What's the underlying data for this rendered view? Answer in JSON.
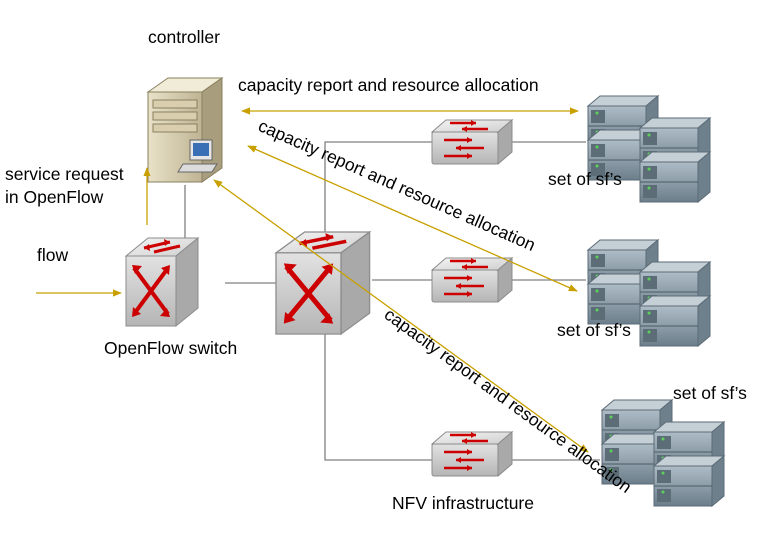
{
  "labels": {
    "controller": "controller",
    "service_request_line1": "service request",
    "service_request_line2": "in OpenFlow",
    "flow": "flow",
    "openflow_switch": "OpenFlow switch",
    "nfv_infrastructure": "NFV infrastructure",
    "capacity_report_1": "capacity report and resource allocation",
    "capacity_report_2": "capacity report and resource allocation",
    "capacity_report_3": "capacity report and resource allocation",
    "set_of_sfs_1": "set of sf’s",
    "set_of_sfs_2": "set of sf’s",
    "set_of_sfs_3": "set of sf’s"
  },
  "icons": {
    "controller": "server-tower-icon",
    "openflow_switch": "openflow-switch-icon",
    "core_switch": "core-switch-icon",
    "router": "router-icon",
    "server_rack": "server-rack-icon"
  },
  "colors": {
    "arrow": "#c8a000",
    "link": "#808080",
    "switch_arrow": "#cc0000",
    "switch_body": "#d6d6d6",
    "server_body": "#8a9ba8"
  }
}
